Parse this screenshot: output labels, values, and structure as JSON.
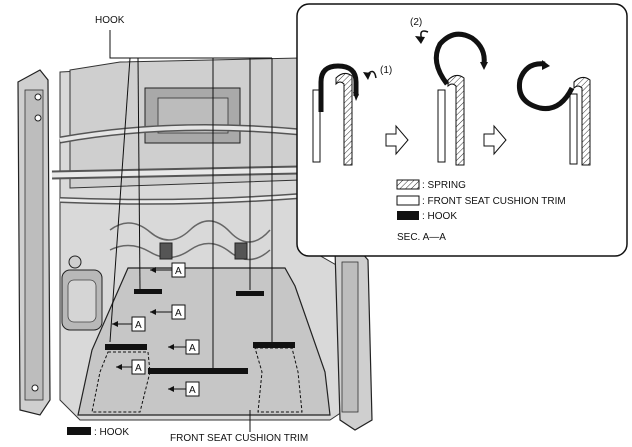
{
  "labels": {
    "hook_top": "HOOK",
    "front_trim_bottom": "FRONT SEAT CUSHION TRIM",
    "legend_hook_bottom": ": HOOK"
  },
  "section_callout": "A",
  "inset": {
    "step1": "(1)",
    "step2": "(2)",
    "legend": {
      "spring": ": SPRING",
      "trim": ": FRONT SEAT CUSHION TRIM",
      "hook": ": HOOK"
    },
    "section_title": "SEC. A—A"
  },
  "colors": {
    "line": "#222222",
    "seat_fill": "#c8c8c8",
    "frame_fill": "#d0d0d0",
    "hook_black": "#111111"
  }
}
